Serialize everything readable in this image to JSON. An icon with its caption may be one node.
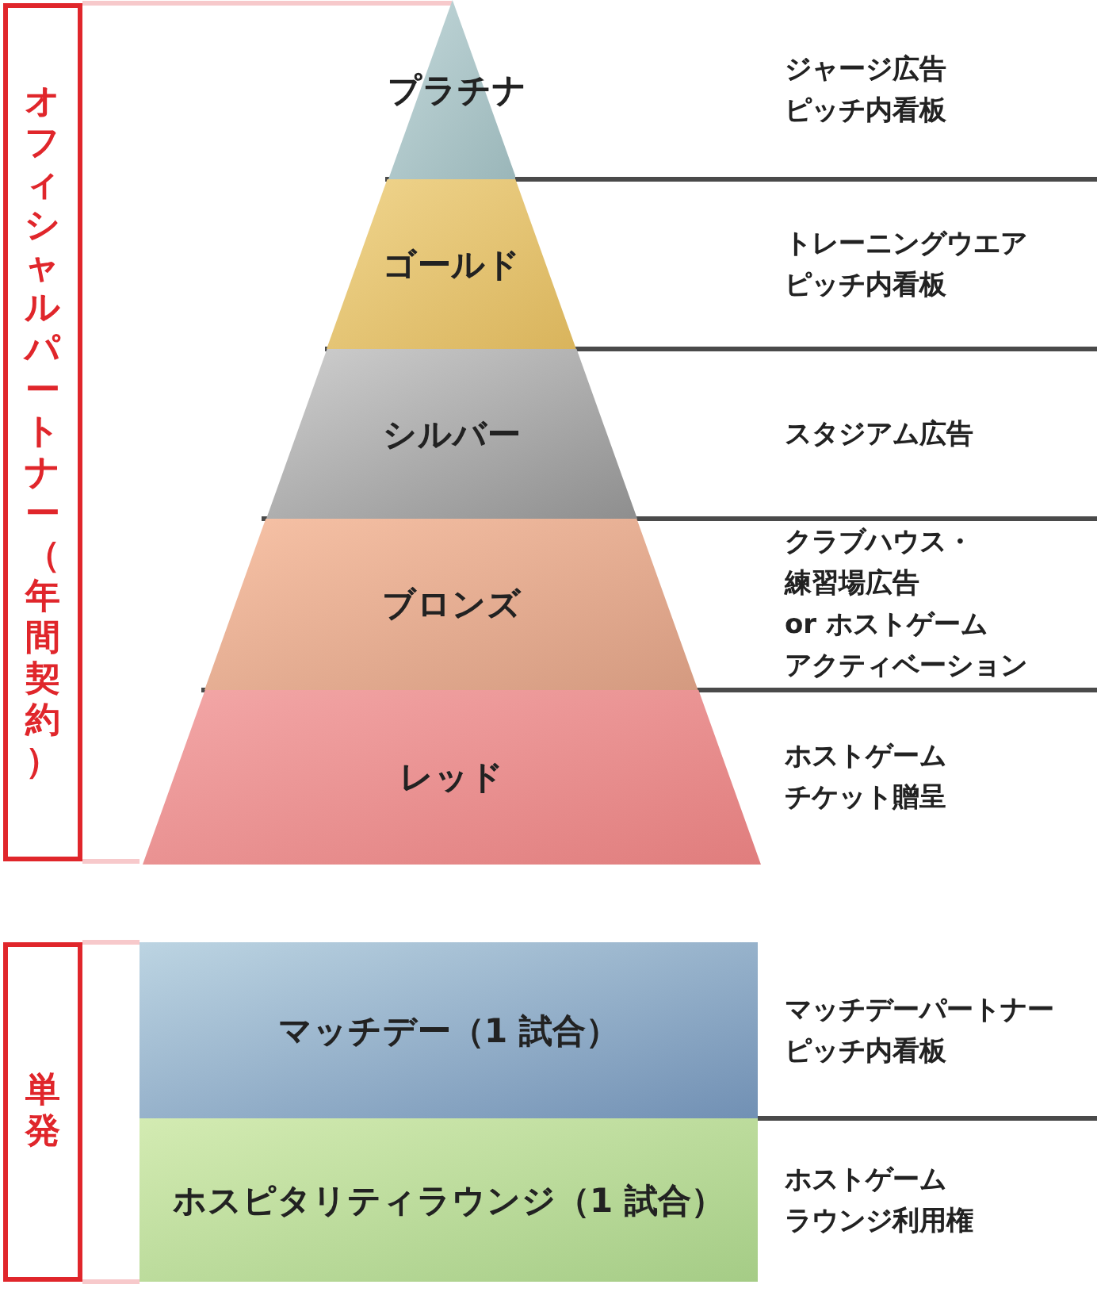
{
  "diagram": {
    "nodes": [
      {
        "text": [
          "オフィシャルパートナー（年間契約）"
        ]
      },
      {
        "text": [
          "プラチナ"
        ],
        "beside": [
          "ジャージ広告",
          "ピッチ内看板"
        ]
      },
      {
        "text": [
          "ゴールド"
        ],
        "beside": [
          "トレーニングウエア",
          "ピッチ内看板"
        ]
      },
      {
        "text": [
          "シルバー"
        ]
      },
      {
        "text": [
          "ブロンズ"
        ],
        "beside": [
          "クラブハウス・",
          "練習場広告",
          "or ホストゲーム",
          "アクティベーション"
        ]
      },
      {
        "text": [
          "レッド"
        ],
        "beside": [
          "ホストゲーム",
          "チケット贈呈"
        ]
      },
      {
        "text": [
          "単発"
        ]
      },
      {
        "text": [
          "マッチデー（1 試合）"
        ],
        "beside": [
          "マッチデーパートナー",
          "ピッチ内看板"
        ]
      },
      {
        "text": [
          "ホスピタリティラウンジ（1 試合）"
        ],
        "beside": [
          "ホストゲーム",
          "ラウンジ利用権"
        ]
      }
    ],
    "edges": [],
    "labels": [
      "スタジアム広告"
    ]
  }
}
